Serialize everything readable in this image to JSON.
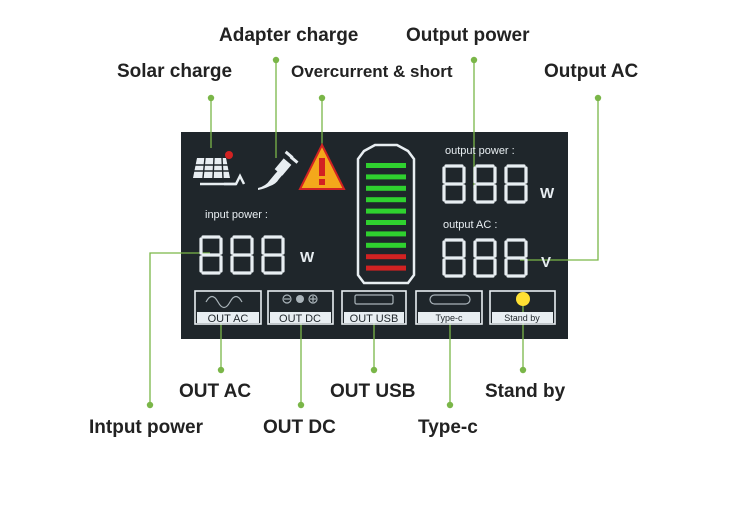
{
  "callouts": {
    "adapter_charge": "Adapter charge",
    "output_power": "Output power",
    "solar_charge": "Solar charge",
    "overcurrent_short": "Overcurrent & short",
    "output_ac": "Output AC",
    "out_ac": "OUT AC",
    "out_usb": "OUT USB",
    "stand_by": "Stand by",
    "input_power": "Intput power",
    "out_dc": "OUT DC",
    "type_c": "Type-c"
  },
  "lcd": {
    "input_power_label": "input power :",
    "input_digits": "888",
    "input_unit": "W",
    "output_power_label": "output power :",
    "output_power_digits": "888",
    "output_power_unit": "W",
    "output_ac_label": "output AC :",
    "output_ac_digits": "888",
    "output_ac_unit": "V",
    "indicators": {
      "out_ac": "OUT AC",
      "out_dc": "OUT DC",
      "out_usb": "OUT USB",
      "type_c": "Type-c",
      "stand_by": "Stand by"
    }
  },
  "battery": {
    "green_bars": 8,
    "red_bars": 2
  },
  "colors": {
    "leader": "#7ab648",
    "lcd_background": "#1f262b",
    "lcd_text": "#e8eef2",
    "battery_green": "#2fd12f",
    "battery_red": "#d22222",
    "warning": "#f4a81b",
    "standby_led": "#ffe033"
  },
  "icons": [
    "solar-panel-icon",
    "plug-icon",
    "warning-icon",
    "sine-wave-icon",
    "dc-connector-icon",
    "usb-port-icon",
    "type-c-port-icon",
    "led-icon"
  ]
}
